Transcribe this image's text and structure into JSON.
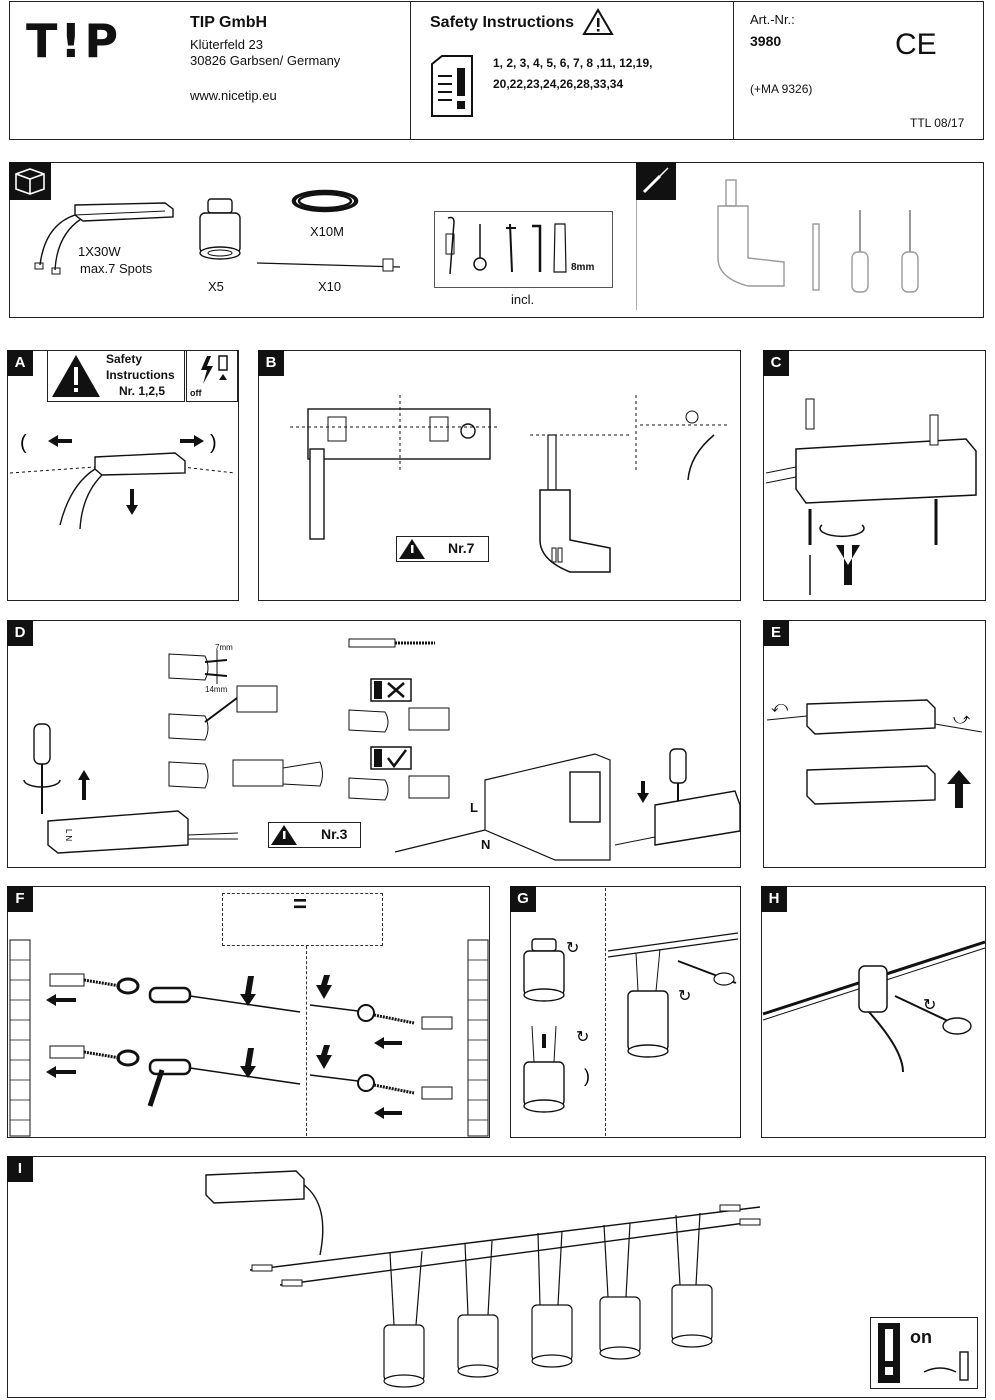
{
  "header": {
    "logo": "T!P",
    "company": "TIP GmbH",
    "street": "Klüterfeld 23",
    "city": "30826 Garbsen/ Germany",
    "website": "www.nicetip.eu",
    "safety_title": "Safety Instructions",
    "safety_numbers_line1": "1, 2, 3, 4, 5, 6, 7, 8 ,11, 12,19,",
    "safety_numbers_line2": "20,22,23,24,26,28,33,34",
    "art_label": "Art.-Nr.:",
    "art_number": "3980",
    "ce_mark": "CE",
    "art_extra": "(+MA 9326)",
    "doc_code": "TTL 08/17"
  },
  "contents": {
    "transformer_qty": "1X30W",
    "transformer_spots": "max.7 Spots",
    "spot_qty": "X5",
    "cable_qty": "X10M",
    "holder_qty": "X10",
    "drill_size": "8mm",
    "hardware_note": "incl."
  },
  "sections": {
    "a": {
      "label": "A",
      "safety_line1": "Safety",
      "safety_line2": "Instructions",
      "safety_ref": "Nr. 1,2,5",
      "off_label": "off"
    },
    "b": {
      "label": "B",
      "safety_ref": "Nr.7"
    },
    "c": {
      "label": "C"
    },
    "d": {
      "label": "D",
      "strip_7": "7mm",
      "strip_14": "14mm",
      "safety_ref": "Nr.3",
      "live_label": "L",
      "neutral_label": "N",
      "terminal_marks": "L N"
    },
    "e": {
      "label": "E"
    },
    "f": {
      "label": "F",
      "equal_sign": "="
    },
    "g": {
      "label": "G"
    },
    "h": {
      "label": "H"
    },
    "i": {
      "label": "I",
      "on_label": "on"
    }
  }
}
